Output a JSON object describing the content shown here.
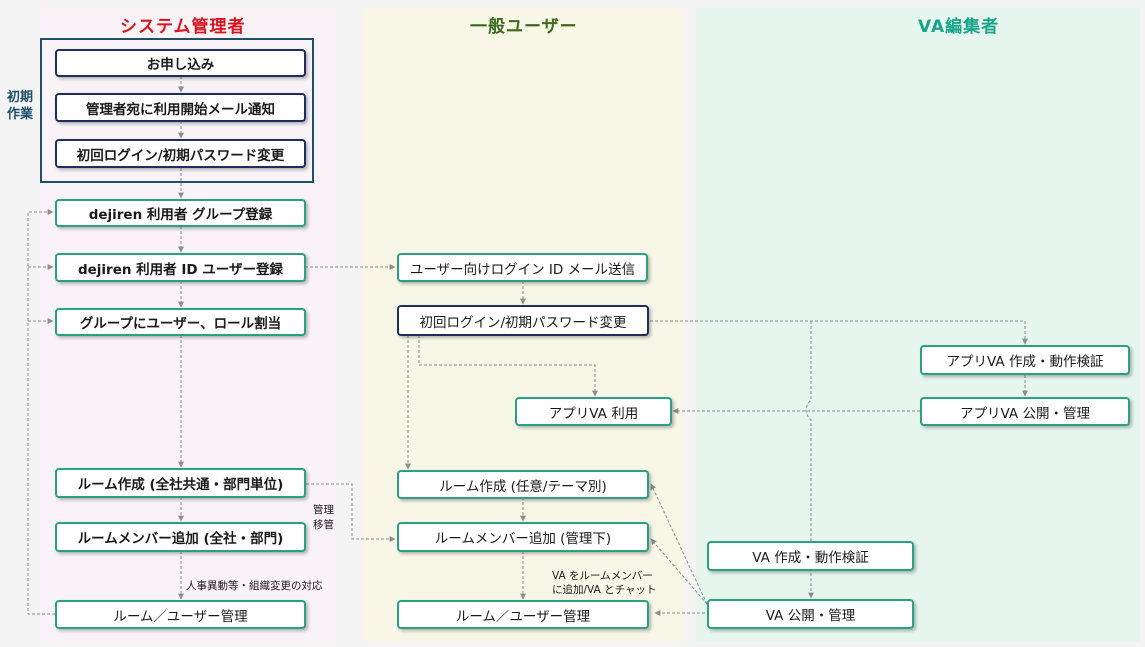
{
  "lanes": {
    "admin": {
      "title": "システム管理者",
      "color": "#d9141e"
    },
    "user": {
      "title": "一般ユーザー",
      "color": "#3b6b1f"
    },
    "va": {
      "title": "VA編集者",
      "color": "#17a58a"
    }
  },
  "initial_setup_label": "初期\n作業",
  "admin_steps": {
    "apply": "お申し込み",
    "notify_admin": "管理者宛に利用開始メール通知",
    "admin_first_login": "初回ログイン/初期パスワード変更",
    "register_group": "dejiren 利用者 グループ登録",
    "register_user": "dejiren 利用者 ID ユーザー登録",
    "assign_roles": "グループにユーザー、ロール割当",
    "create_room_org": "ルーム作成 (全社共通・部門単位)",
    "add_member_org": "ルームメンバー追加 (全社・部門)",
    "manage_rooms": "ルーム／ユーザー管理"
  },
  "user_steps": {
    "login_mail": "ユーザー向けログイン ID メール送信",
    "user_first_login": "初回ログイン/初期パスワード変更",
    "use_app_va": "アプリVA 利用",
    "create_room_any": "ルーム作成 (任意/テーマ別)",
    "add_member_managed": "ルームメンバー追加 (管理下)",
    "manage_rooms_user": "ルーム／ユーザー管理"
  },
  "va_steps": {
    "app_va_create": "アプリVA 作成・動作検証",
    "app_va_publish": "アプリVA 公開・管理",
    "va_create": "VA 作成・動作検証",
    "va_publish": "VA 公開・管理"
  },
  "notes": {
    "transfer": "管理\n移管",
    "hr_change": "人事異動等・組織変更の対応",
    "va_chat": "VA をルームメンバー\nに追加/VA とチャット"
  },
  "colors": {
    "box_border": "#2aa281",
    "box_border_dark": "#1e2f5c",
    "frame": "#1f4f69",
    "connector": "#8c8c8c"
  }
}
